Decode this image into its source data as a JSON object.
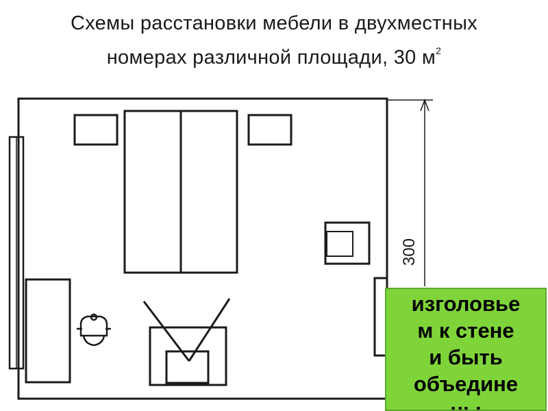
{
  "title": {
    "line1": "Схемы расстановки мебели в двухместных",
    "line2": "номерах различной площади, 30 м",
    "sup": "2"
  },
  "plan": {
    "dimension_label": "300"
  },
  "note": {
    "text": "изголовье\nм к стене\nи быть\nобъедине\nны"
  },
  "colors": {
    "note_bg": "#7fd43a",
    "line": "#1a1a1a"
  }
}
